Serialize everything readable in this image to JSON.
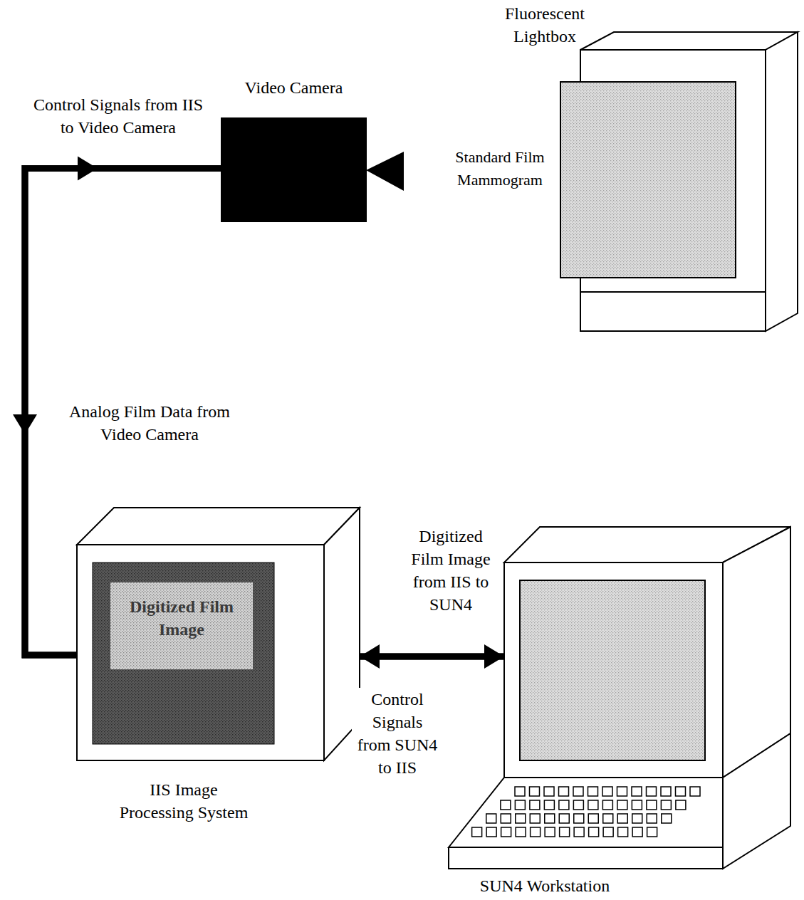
{
  "diagram": {
    "nodes": [
      {
        "text": [
          "Fluorescent Lightbox"
        ]
      },
      {
        "text": [
          "Standard Film Mammogram"
        ],
        "in": 0
      },
      {
        "text": [
          "Video Camera"
        ]
      },
      {
        "text": [
          "IIS Image Processing System"
        ]
      },
      {
        "text": [
          "Digitized Film Image"
        ],
        "in": 3
      },
      {
        "text": [
          "SUN4 Workstation"
        ]
      }
    ],
    "edges": [
      {
        "from": 3,
        "to": 2,
        "arrow": "to",
        "label": "Control Signals from IIS to Video Camera"
      },
      {
        "from": 2,
        "to": 3,
        "arrow": "to",
        "label": "Analog Film Data from Video Camera"
      },
      {
        "from": 3,
        "to": 5,
        "arrow": "to",
        "label": "Digitized Film Image from IIS to SUN4"
      },
      {
        "from": 5,
        "to": 3,
        "arrow": "to",
        "label": "Control Signals from SUN4 to IIS"
      }
    ]
  }
}
